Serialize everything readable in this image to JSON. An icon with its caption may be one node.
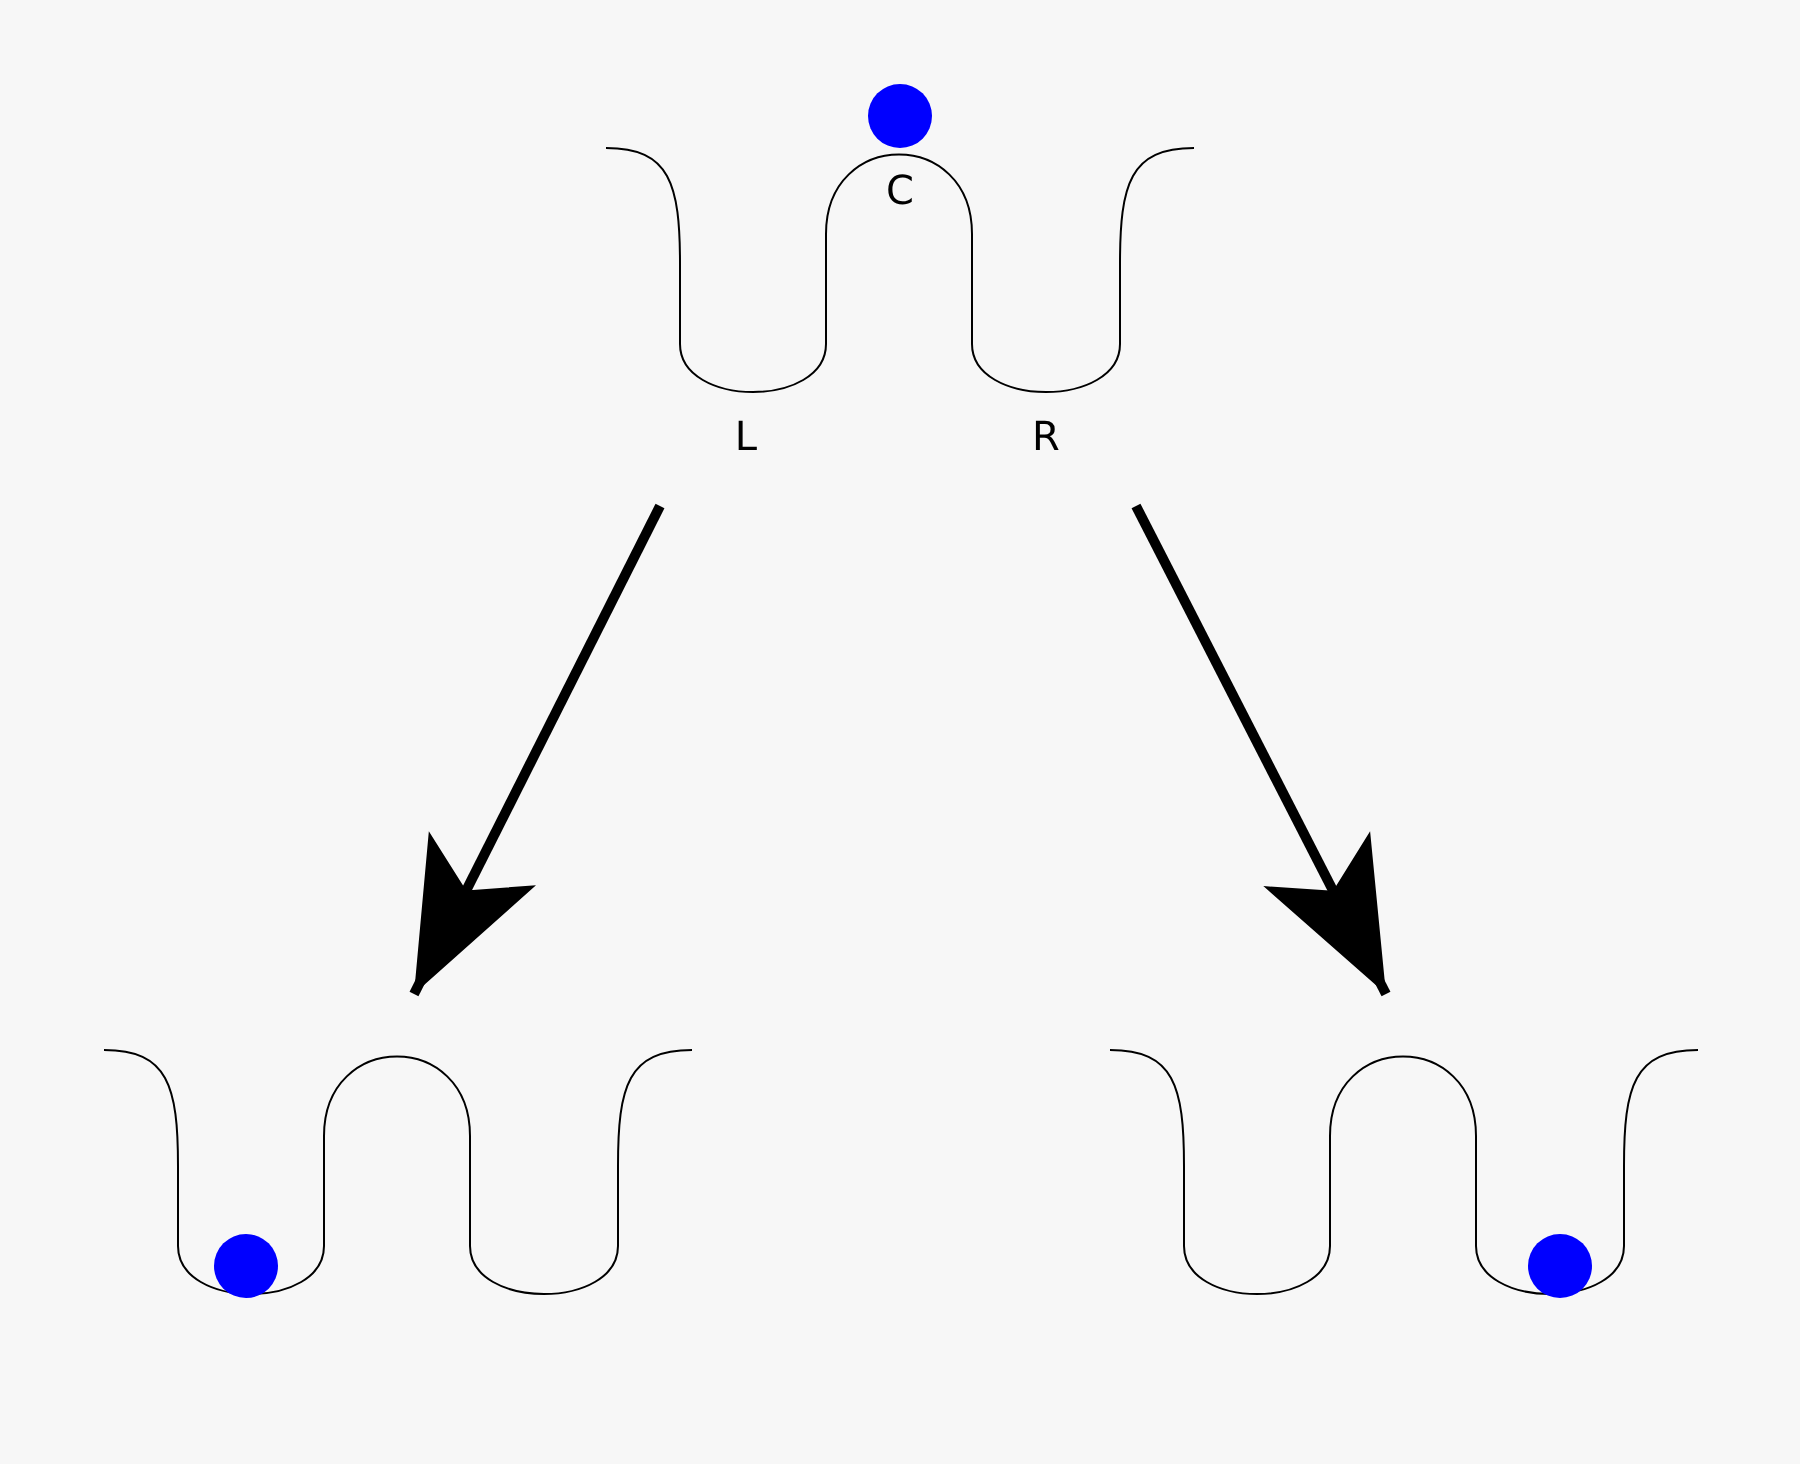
{
  "diagram": {
    "nodes": [
      {
        "text": [],
        "shape": "curve",
        "beside": [
          "L",
          "R"
        ]
      },
      {
        "text": [],
        "shape": "curve"
      },
      {
        "text": [],
        "shape": "curve"
      }
    ],
    "edges": [
      {
        "from": 0,
        "to": 1,
        "arrow": "to"
      },
      {
        "from": 0,
        "to": 2,
        "arrow": "to"
      }
    ],
    "labels": [
      "C"
    ]
  }
}
